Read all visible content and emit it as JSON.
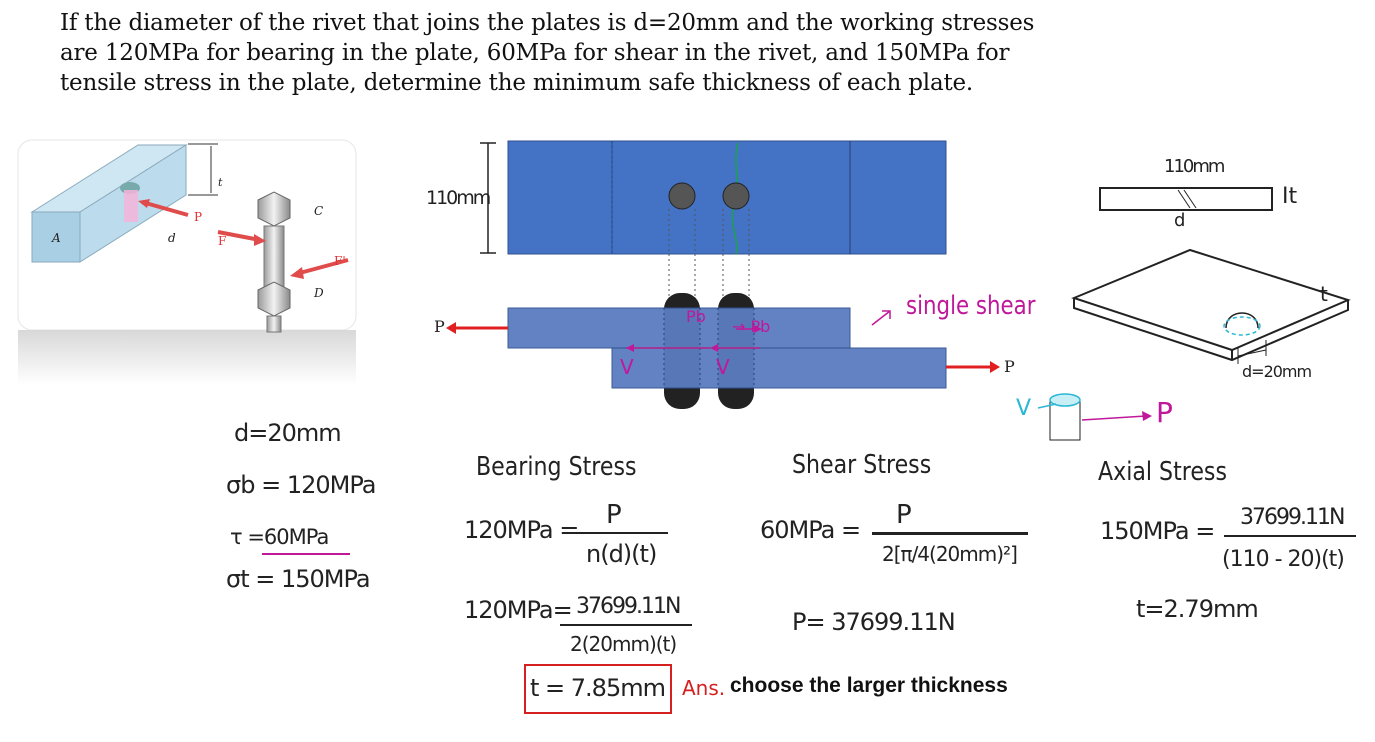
{
  "problem": {
    "text": "If the diameter of the rivet that joins the plates is d=20mm and the working stresses are 120MPa for bearing in the plate, 60MPa for shear in the rivet, and 150MPa for tensile stress in the plate, determine the minimum safe thickness of each plate."
  },
  "figure": {
    "label_A": "A",
    "label_P": "P",
    "label_F": "F",
    "label_C": "C",
    "label_D": "D",
    "label_Fprime": "F'",
    "label_t": "t",
    "label_d": "d"
  },
  "diagram": {
    "dim_110": "110mm",
    "force_left": "P",
    "force_right": "P",
    "pb_left": "Pb",
    "pb_right": "→ Pb",
    "v_left": "V",
    "v_right": "V",
    "single_shear": "single shear"
  },
  "iso": {
    "dim_110": "110mm",
    "t_top": "It",
    "d_top": "d",
    "t_side": "t",
    "d_20": "d=20mm",
    "v_label": "V",
    "p_label": "P"
  },
  "given": {
    "d": "d=20mm",
    "sigma_b": "σb = 120MPa",
    "tau": "τ =60MPa",
    "sigma_t": "σt = 150MPa"
  },
  "bearing": {
    "title": "Bearing Stress",
    "lhs1": "120MPa =",
    "num1": "P",
    "den1": "n(d)(t)",
    "lhs2": "120MPa=",
    "num2": "37699.11N",
    "den2": "2(20mm)(t)",
    "answer": "t = 7.85mm",
    "ans_tag": "Ans.",
    "note": "choose the larger thickness"
  },
  "shear": {
    "title": "Shear Stress",
    "lhs": "60MPa =",
    "num": "P",
    "den": "2[π/4(20mm)²]",
    "result": "P= 37699.11N"
  },
  "axial": {
    "title": "Axial Stress",
    "lhs": "150MPa =",
    "num": "37699.11N",
    "den": "(110 - 20)(t)",
    "result": "t=2.79mm"
  },
  "colors": {
    "plate_top": "#4472c4",
    "plate_side": "#5b7cc0",
    "rivet": "#2b2b2b",
    "arrow": "#e02020",
    "magenta": "#c0189a",
    "answer_box": "#d42020",
    "cyan": "#2ab7d6"
  }
}
